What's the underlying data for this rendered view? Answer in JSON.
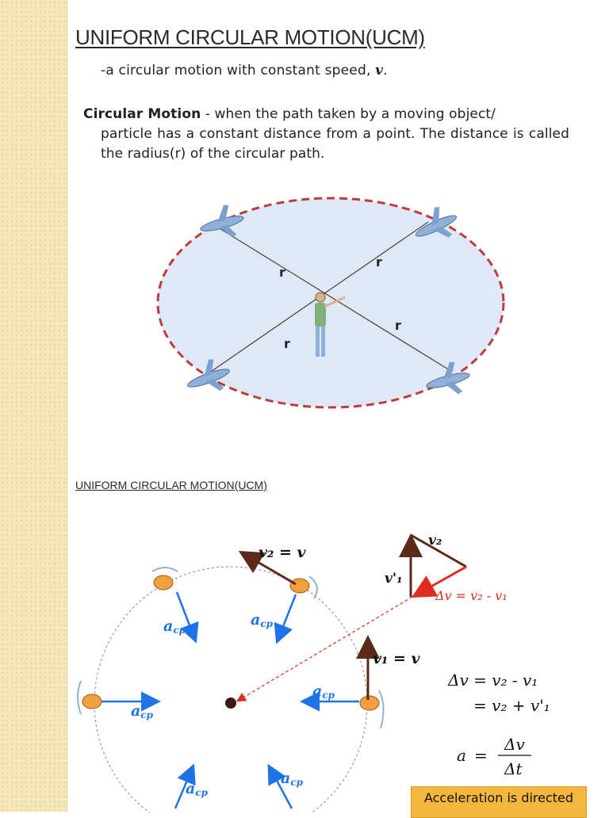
{
  "slide1": {
    "title": "UNIFORM CIRCULAR MOTION(UCM)",
    "definition_prefix": "-a circular motion with constant speed, ",
    "definition_symbol": "v",
    "definition_suffix": ".",
    "term": "Circular Motion",
    "term_rest_line1": " - when the path taken by a moving object/",
    "term_rest_body": "particle has a constant distance from a point. The distance is called the radius(r) of the circular path.",
    "radius_label": "r"
  },
  "slide2": {
    "subtitle": "UNIFORM CIRCULAR MOTION(UCM)",
    "v2_eq_v": "v₂ = v",
    "v1_eq_v": "v₁ = v",
    "v2_label": "v₂",
    "v1_prime_label": "v'₁",
    "delta_v_label": "Δv = v₂ - v₁",
    "acp_label": "a",
    "acp_sub": "cp",
    "eq_line1": "Δv = v₂ - v₁",
    "eq_line2": "= v₂ + v'₁",
    "accel_lhs": "a",
    "accel_eq": "=",
    "accel_num": "Δv",
    "accel_den": "Δt",
    "note": "Acceleration is directed"
  },
  "colors": {
    "sidebar": "#f6e7b8",
    "ellipse_border": "#c23b3b",
    "ellipse_fill": "#dbe8f5",
    "acp_arrow": "#1e73e8",
    "velocity_arrow": "#5a2a1a",
    "delta_v_arrow": "#e02b1f",
    "note_bg": "#f4b63c"
  }
}
